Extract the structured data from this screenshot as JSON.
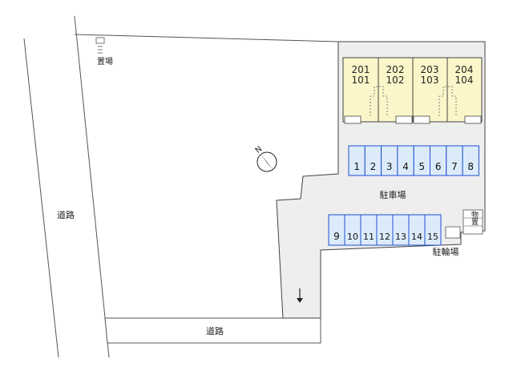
{
  "labels": {
    "road_left": "道路",
    "road_bottom": "道路",
    "parking": "駐車場",
    "bicycle_parking": "駐輪場",
    "storage_top": "置場",
    "storage_right": "物置"
  },
  "compass": {
    "north_label": "N"
  },
  "units": [
    {
      "upper": "201",
      "lower": "101"
    },
    {
      "upper": "202",
      "lower": "102"
    },
    {
      "upper": "203",
      "lower": "103"
    },
    {
      "upper": "204",
      "lower": "104"
    }
  ],
  "parking_row_upper": [
    "1",
    "2",
    "3",
    "4",
    "5",
    "6",
    "7",
    "8"
  ],
  "parking_row_lower": [
    "9",
    "10",
    "11",
    "12",
    "13",
    "14",
    "15"
  ],
  "colors": {
    "building_fill": "#fbf6c9",
    "parking_slot_fill": "#dcebfb",
    "parking_slot_stroke": "#1f4fd1",
    "lot_fill": "#eeeeee",
    "outline": "#444444"
  }
}
